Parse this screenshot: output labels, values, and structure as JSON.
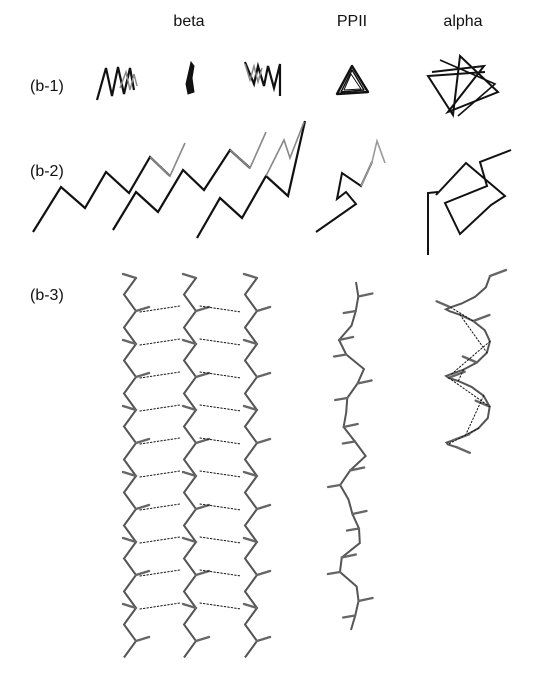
{
  "columns": {
    "beta": "beta",
    "ppii": "PPII",
    "alpha": "alpha"
  },
  "rows": {
    "b1": "(b-1)",
    "b2": "(b-2)",
    "b3": "(b-3)"
  }
}
